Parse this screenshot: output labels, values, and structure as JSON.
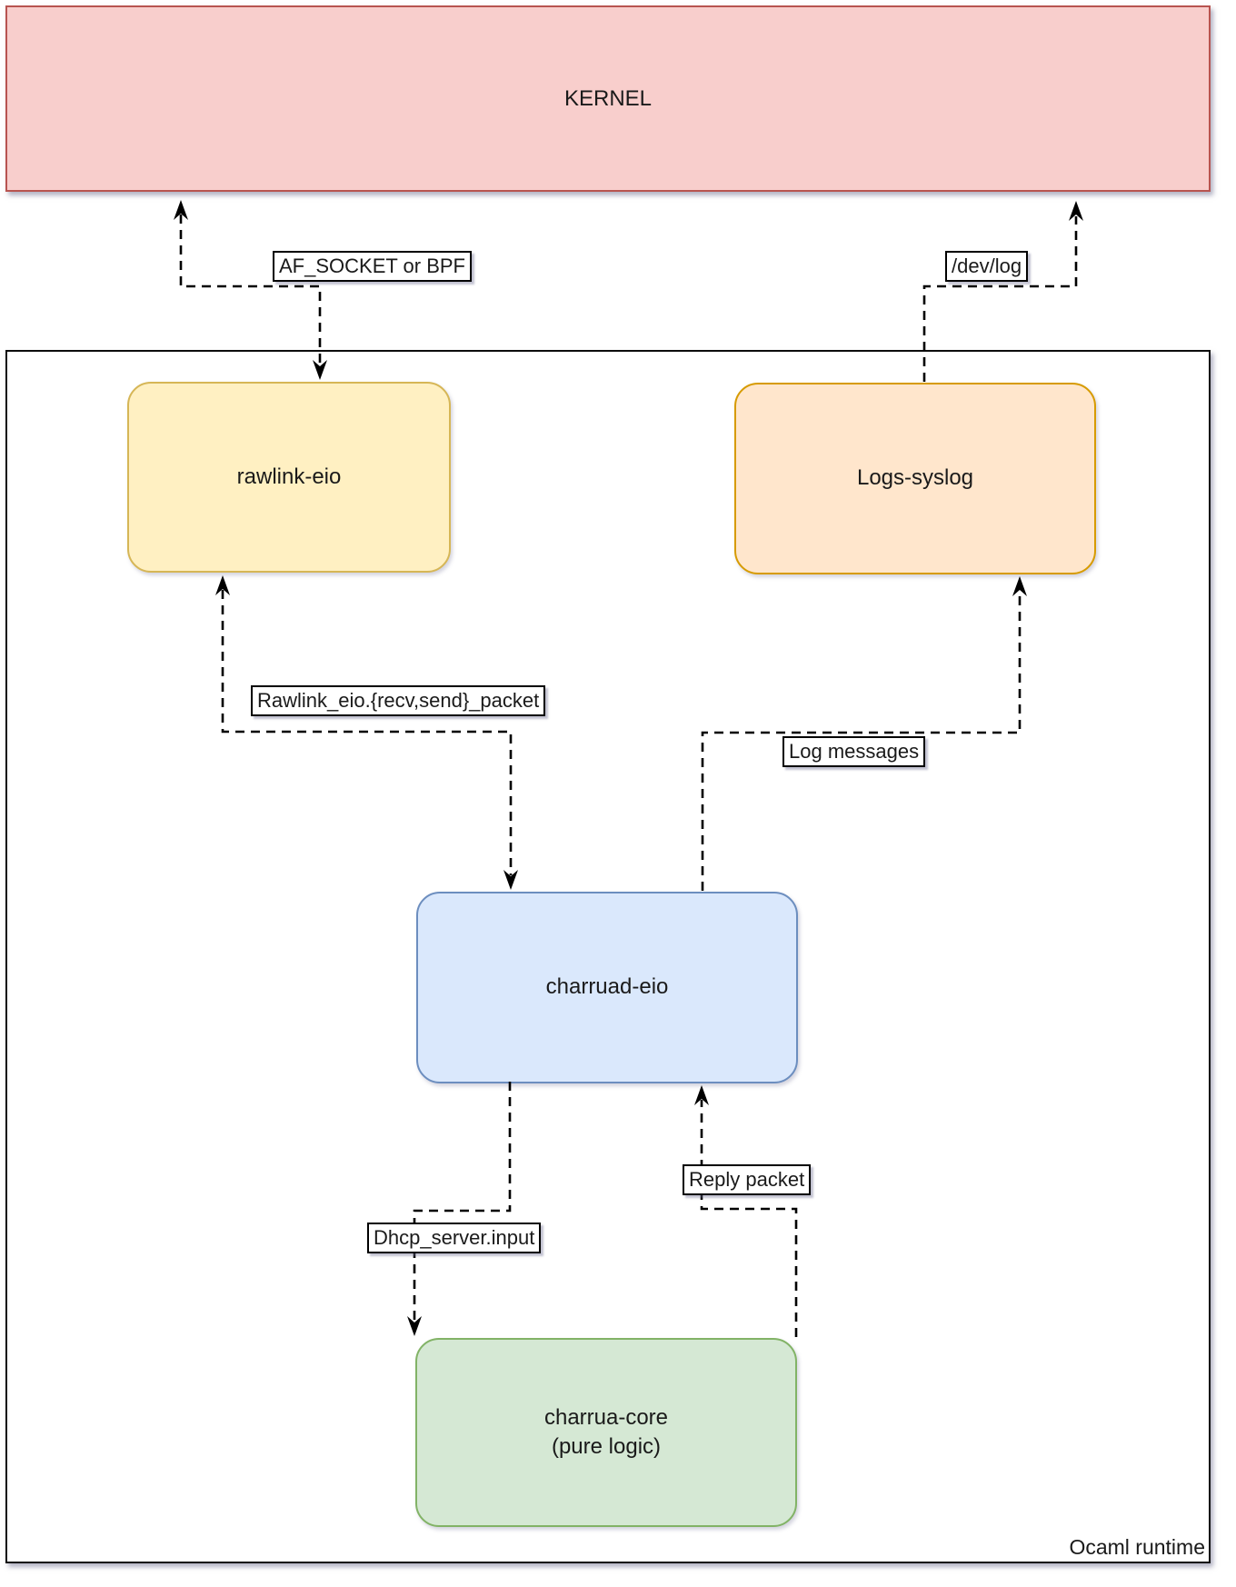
{
  "diagram": {
    "kernel": {
      "label": "KERNEL",
      "fill": "#F8CECC",
      "stroke": "#B85450"
    },
    "container": {
      "label": "Ocaml runtime",
      "fill": "#FFFFFF",
      "stroke": "#0D0D0D"
    },
    "nodes": [
      {
        "id": "rawlink-eio",
        "label": "rawlink-eio",
        "fill": "#FFF0C2",
        "stroke": "#D6B656"
      },
      {
        "id": "logs-syslog",
        "label": "Logs-syslog",
        "fill": "#FFE6CC",
        "stroke": "#D79B00"
      },
      {
        "id": "charruad-eio",
        "label": "charruad-eio",
        "fill": "#DAE8FC",
        "stroke": "#6C8EBF"
      },
      {
        "id": "charrua-core",
        "label": "charrua-core",
        "sublabel": "(pure logic)",
        "fill": "#D5E8D4",
        "stroke": "#82B366"
      }
    ],
    "edges": [
      {
        "label": "AF_SOCKET or BPF",
        "between": [
          "rawlink-eio",
          "KERNEL"
        ],
        "arrows": "both",
        "style": "dashed"
      },
      {
        "label": "/dev/log",
        "between": [
          "Logs-syslog",
          "KERNEL"
        ],
        "arrows": "to-KERNEL",
        "style": "dashed"
      },
      {
        "label": "Rawlink_eio.{recv,send}_packet",
        "between": [
          "charruad-eio",
          "rawlink-eio"
        ],
        "arrows": "both",
        "style": "dashed"
      },
      {
        "label": "Log messages",
        "between": [
          "charruad-eio",
          "Logs-syslog"
        ],
        "arrows": "to-Logs-syslog",
        "style": "dashed"
      },
      {
        "label": "Dhcp_server.input",
        "between": [
          "charruad-eio",
          "charrua-core"
        ],
        "arrows": "to-charrua-core",
        "style": "dashed"
      },
      {
        "label": "Reply packet",
        "between": [
          "charrua-core",
          "charruad-eio"
        ],
        "arrows": "to-charruad-eio",
        "style": "dashed"
      }
    ],
    "edge_color": "#000000"
  }
}
